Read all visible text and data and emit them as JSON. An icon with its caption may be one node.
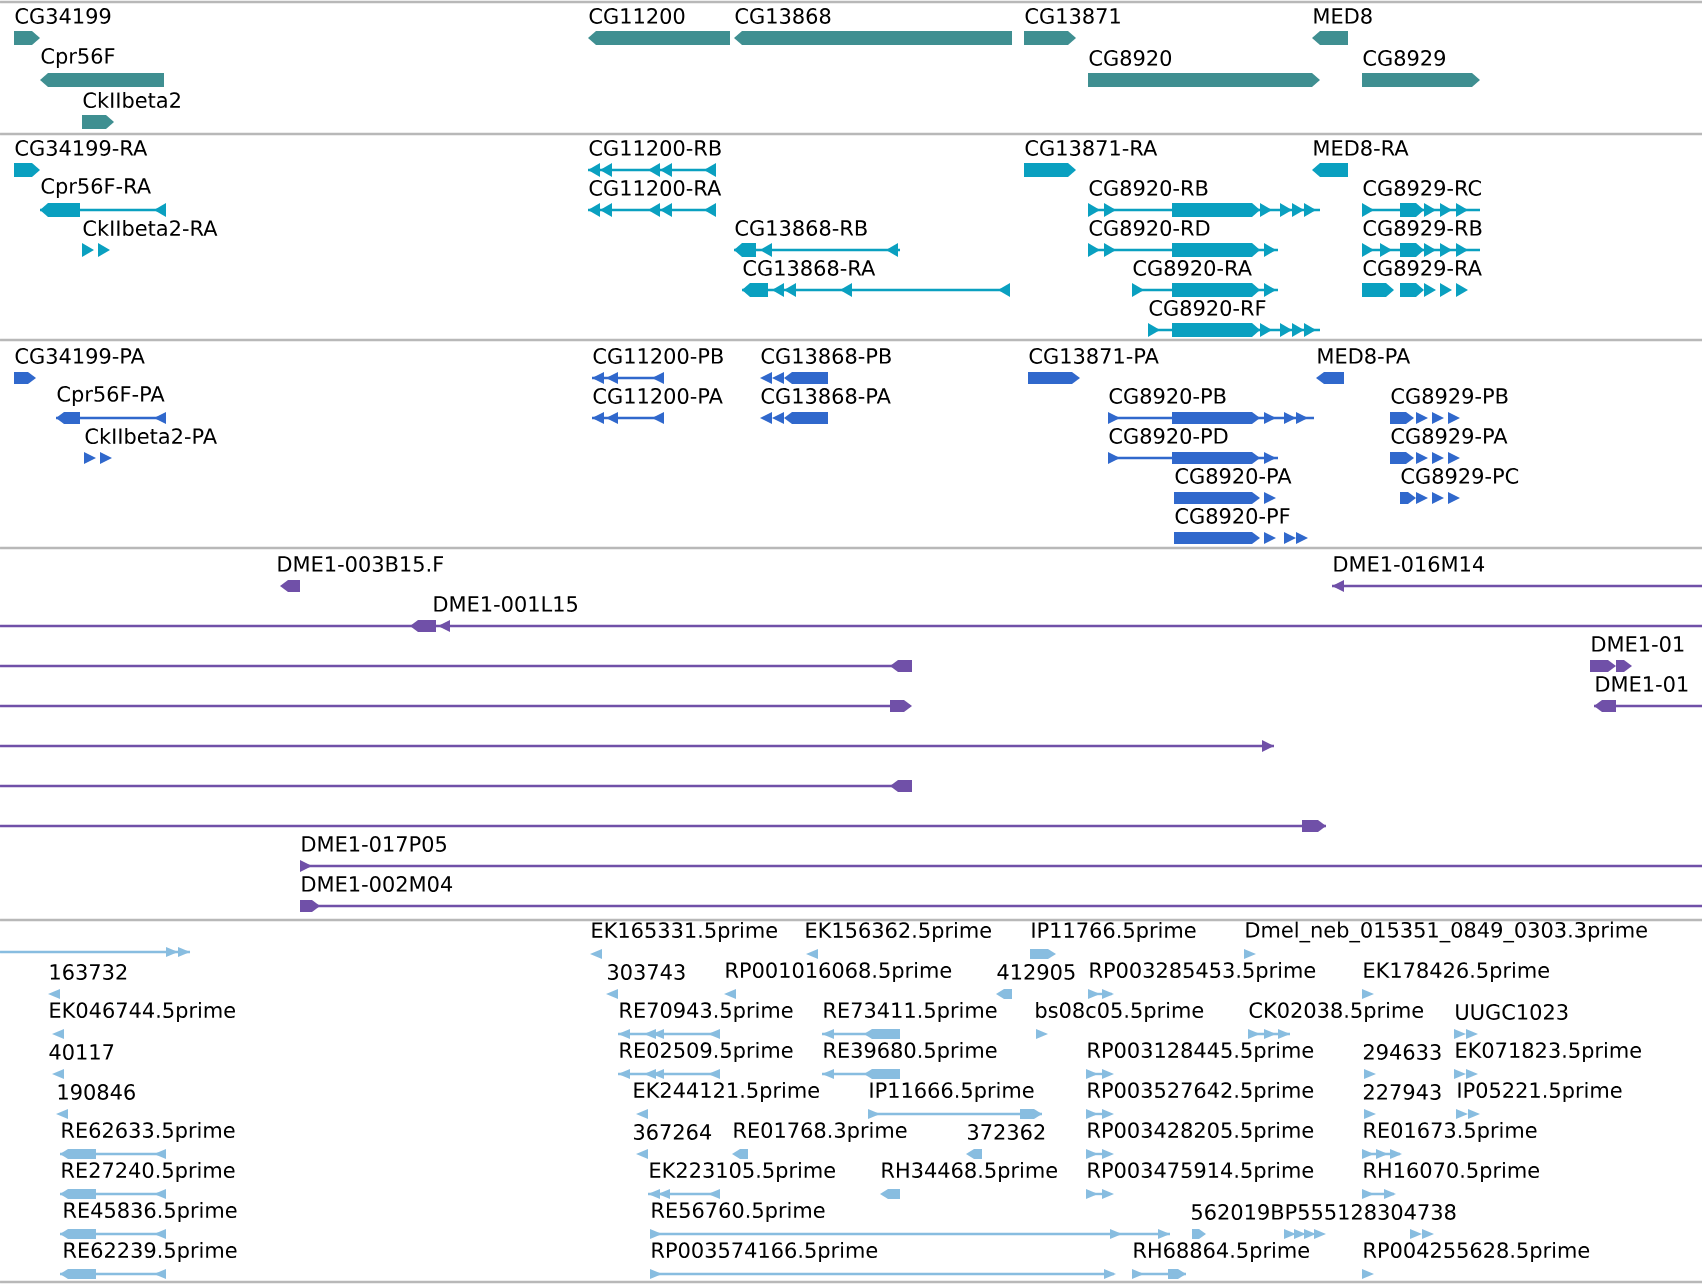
{
  "diagram": {
    "labels": [
      "CG34199",
      "CG11200",
      "CG13868",
      "CG13871",
      "MED8",
      "Cpr56F",
      "CG8920",
      "CG8929",
      "CkIIbeta2",
      "CG34199-RA",
      "CG11200-RB",
      "CG13871-RA",
      "MED8-RA",
      "Cpr56F-RA",
      "CG11200-RA",
      "CG8920-RB",
      "CG8929-RC",
      "CkIIbeta2-RA",
      "CG13868-RB",
      "CG8920-RD",
      "CG8929-RB",
      "CG13868-RA",
      "CG8920-RA",
      "CG8929-RA",
      "CG8920-RF",
      "CG34199-PA",
      "CG11200-PB",
      "CG13868-PB",
      "CG13871-PA",
      "MED8-PA",
      "Cpr56F-PA",
      "CG11200-PA",
      "CG13868-PA",
      "CG8920-PB",
      "CG8929-PB",
      "CkIIbeta2-PA",
      "CG8920-PD",
      "CG8929-PA",
      "CG8920-PA",
      "CG8929-PC",
      "CG8920-PF",
      "DME1-003B15.F",
      "DME1-016M14",
      "DME1-001L15",
      "DME1-01",
      "DME1-01",
      "DME1-017P05",
      "DME1-002M04",
      "EK165331.5prime",
      "EK156362.5prime",
      "IP11766.5prime",
      "Dmel_neb_015351_0849_0303.3prime",
      "163732",
      "303743",
      "RP001016068.5prime",
      "412905",
      "RP003285453.5prime",
      "EK178426.5prime",
      "EK046744.5prime",
      "RE70943.5prime",
      "RE73411.5prime",
      "bs08c05.5prime",
      "CK02038.5prime",
      "UUGC1023",
      "40117",
      "RE02509.5prime",
      "RE39680.5prime",
      "RP003128445.5prime",
      "294633",
      "EK071823.5prime",
      "190846",
      "EK244121.5prime",
      "IP11666.5prime",
      "RP003527642.5prime",
      "227943",
      "IP05221.5prime",
      "RE62633.5prime",
      "367264",
      "RE01768.3prime",
      "372362",
      "RP003428205.5prime",
      "RE01673.5prime",
      "RE27240.5prime",
      "EK223105.5prime",
      "RH34468.5prime",
      "RP003475914.5prime",
      "RH16070.5prime",
      "RE45836.5prime",
      "RE56760.5prime",
      "562019BP555128304738",
      "RE62239.5prime",
      "RP003574166.5prime",
      "RH68864.5prime",
      "RP004255628.5prime"
    ]
  }
}
